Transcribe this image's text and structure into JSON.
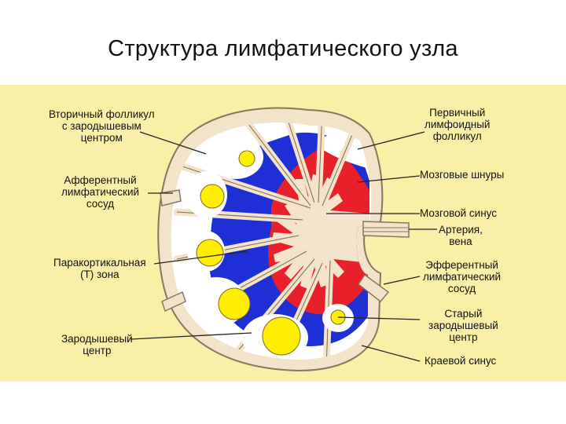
{
  "title": "Структура лимфатического узла",
  "labels": {
    "secondary_follicle": [
      "Вторичный фолликул",
      "с зародышевым",
      "центром"
    ],
    "afferent_vessel": [
      "Афферентный",
      "лимфатический",
      "сосуд"
    ],
    "paracortical_zone": [
      "Паракортикальная",
      "(Т) зона"
    ],
    "germinal_center": [
      "Зародышевый",
      "центр"
    ],
    "primary_follicle": [
      "Первичный",
      "лимфоидный",
      "фолликул"
    ],
    "medullary_cords": [
      "Мозговые шнуры"
    ],
    "medullary_sinus": [
      "Мозговой синус"
    ],
    "artery_vein": [
      "Артерия,",
      "вена"
    ],
    "efferent_vessel": [
      "Эфферентный",
      "лимфатический",
      "сосуд"
    ],
    "old_germinal_center": [
      "Старый",
      "зародышевый",
      "центр"
    ],
    "marginal_sinus": [
      "Краевой синус"
    ]
  },
  "colors": {
    "background_panel": "#f9efa6",
    "capsule": "#f3e3c9",
    "cortex": "#1e2fd6",
    "medulla": "#e8202a",
    "follicle": "#ffffff",
    "germinal_center": "#ffee00"
  }
}
